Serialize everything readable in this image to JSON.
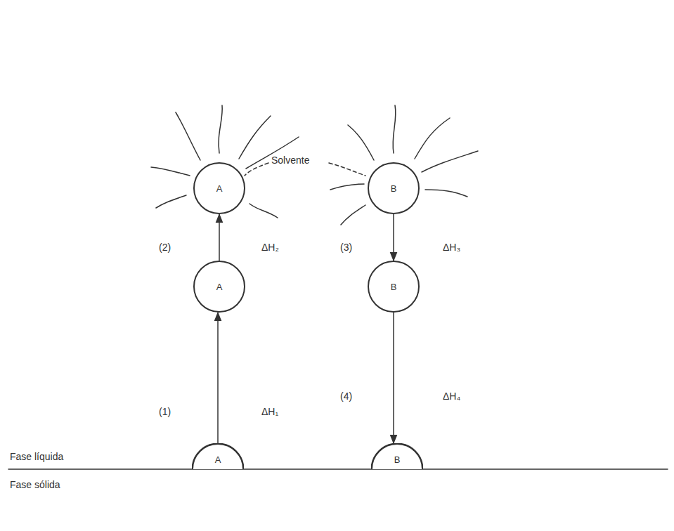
{
  "diagram": {
    "nodes": [
      {
        "text": [
          "A"
        ]
      },
      {
        "text": [
          "B"
        ]
      },
      {
        "text": [
          "A"
        ]
      },
      {
        "text": [
          "B"
        ]
      },
      {
        "text": [
          "A"
        ]
      },
      {
        "text": [
          "B"
        ]
      }
    ],
    "edges": [
      {
        "from": 4,
        "to": 2,
        "arrow": "to"
      },
      {
        "from": 2,
        "to": 0,
        "arrow": "to"
      },
      {
        "from": 1,
        "to": 3,
        "arrow": "to"
      },
      {
        "from": 3,
        "to": 5,
        "arrow": "to"
      }
    ],
    "labels": [
      "Solvente",
      "(2)",
      "ΔH₂",
      "(3)",
      "ΔH₃",
      "(1)",
      "ΔH₁",
      "(4)",
      "ΔH₄",
      "Fase líquida",
      "Fase sólida"
    ]
  }
}
